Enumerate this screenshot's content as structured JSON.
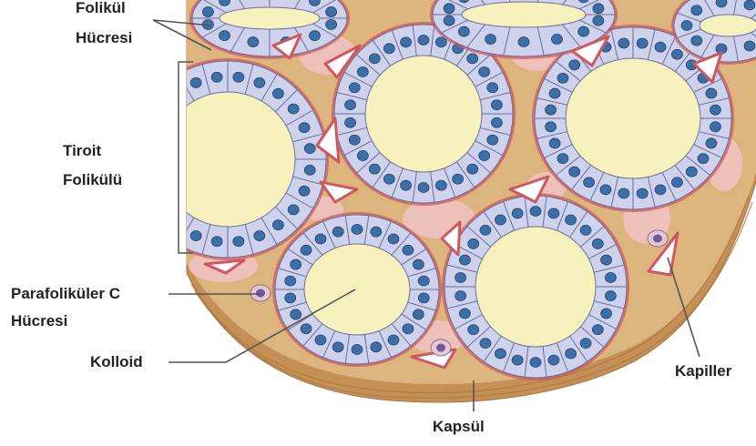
{
  "labels": {
    "follicle_cell": [
      "Folikül",
      "Hücresi"
    ],
    "thyroid_follicle": [
      "Tiroit",
      "Folikülü"
    ],
    "parafollicular_c_cell": [
      "Parafoliküler C",
      "Hücresi"
    ],
    "colloid": "Kolloid",
    "capillary": "Kapiller",
    "capsule": "Kapsül"
  },
  "colors": {
    "colloid": "#f7f1bd",
    "follicle_cell": "#cfd2ec",
    "nucleus": "#3d6ea6",
    "connective_tissue": "#d9b07a",
    "capsule": "#c59056",
    "stroma_pink": "#f0c3c3",
    "capillary_wall": "#d0575d",
    "leader_line": "#555555"
  }
}
